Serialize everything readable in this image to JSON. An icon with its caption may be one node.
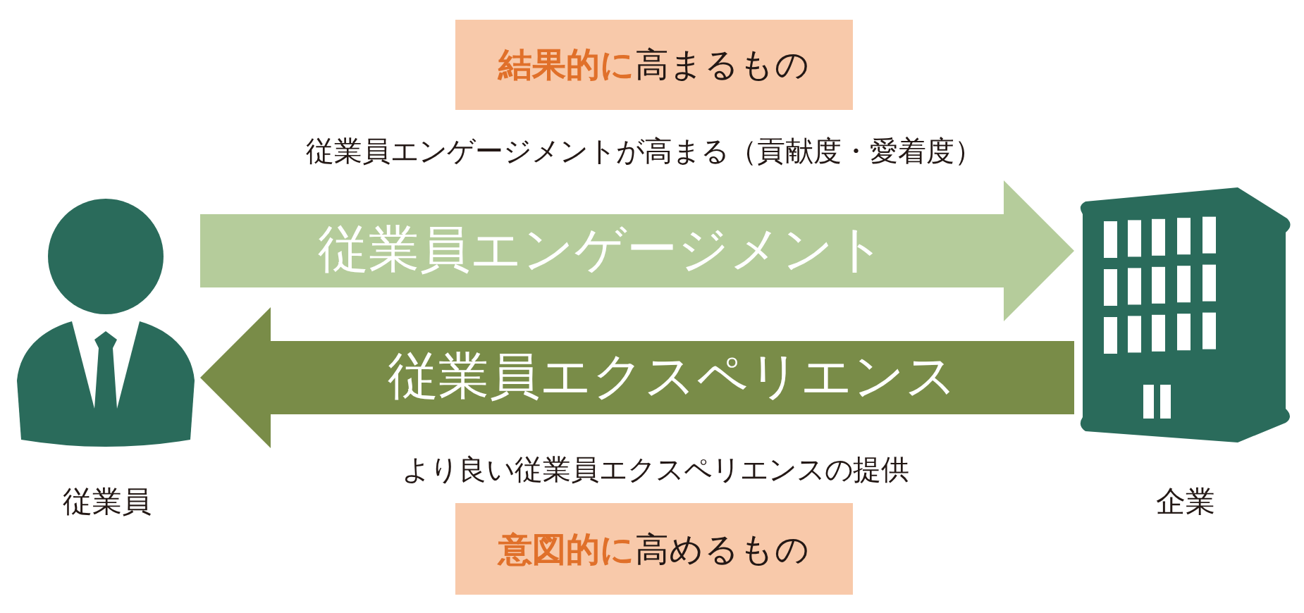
{
  "diagram": {
    "nodes": [
      {
        "text": [
          "**結果的に**高まるもの"
        ]
      },
      {
        "text": [],
        "shape": "person",
        "beside": [
          "従業員"
        ]
      },
      {
        "text": [],
        "shape": "building",
        "beside": [
          "企業"
        ]
      },
      {
        "text": [
          "**意図的に**高めるもの"
        ]
      }
    ],
    "edges": [
      {
        "from": 1,
        "to": 2,
        "arrow": "to",
        "label": "従業員エンゲージメント",
        "color": "#b5cc9b"
      },
      {
        "from": 2,
        "to": 1,
        "arrow": "to",
        "label": "従業員エクスペリエンス",
        "color": "#798c48"
      }
    ],
    "labels": [
      "従業員エンゲージメントが高まる（貢献度・愛着度）",
      "より良い従業員エクスペリエンスの提供"
    ]
  }
}
